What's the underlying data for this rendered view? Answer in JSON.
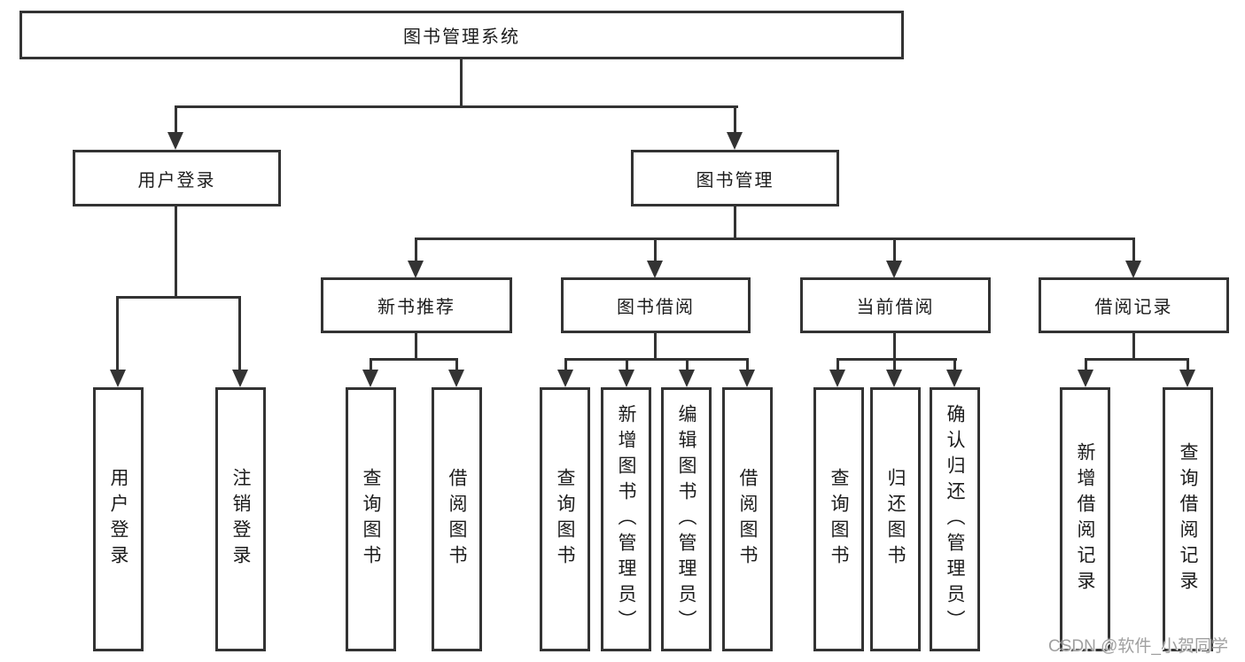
{
  "tree": {
    "label": "图书管理系统",
    "children": [
      {
        "label": "用户登录",
        "children": [
          {
            "label": "用户登录"
          },
          {
            "label": "注销登录"
          }
        ]
      },
      {
        "label": "图书管理",
        "children": [
          {
            "label": "新书推荐",
            "children": [
              {
                "label": "查询图书"
              },
              {
                "label": "借阅图书"
              }
            ]
          },
          {
            "label": "图书借阅",
            "children": [
              {
                "label": "查询图书"
              },
              {
                "label": "新增图书（管理员）"
              },
              {
                "label": "编辑图书（管理员）"
              },
              {
                "label": "借阅图书"
              }
            ]
          },
          {
            "label": "当前借阅",
            "children": [
              {
                "label": "查询图书"
              },
              {
                "label": "归还图书"
              },
              {
                "label": "确认归还（管理员）"
              }
            ]
          },
          {
            "label": "借阅记录",
            "children": [
              {
                "label": "新增借阅记录"
              },
              {
                "label": "查询借阅记录"
              }
            ]
          }
        ]
      }
    ]
  },
  "watermark": "CSDN @软件_小贺同学",
  "colors": {
    "line": "#333333",
    "box_border": "#333333",
    "text": "#1c1c1c",
    "watermark": "#a0a0a0",
    "background": "#ffffff"
  }
}
